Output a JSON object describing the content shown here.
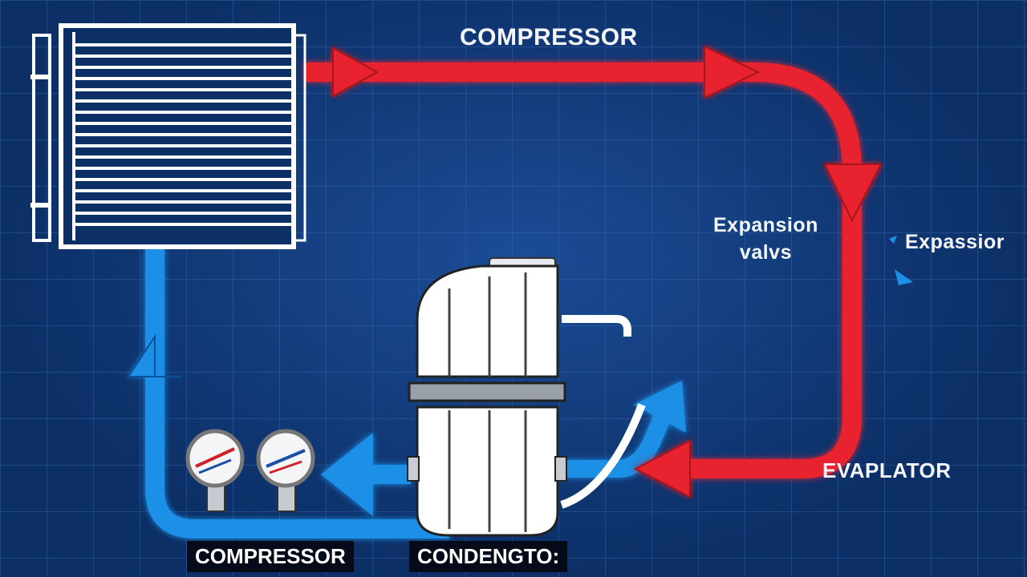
{
  "labels": {
    "top": "COMPRESSOR",
    "expansion_line1": "Expansion",
    "expansion_line2": "valvs",
    "expansion_right": "Expassior",
    "evaporator": "EVAPLATOR",
    "box_compressor": "COMPRESSOR",
    "box_condenser": "CONDENGTO:"
  },
  "colors": {
    "background": "#0c2f66",
    "grid": "#2f5fa8",
    "hot_line": "#e8232f",
    "cold_line": "#1e8fe6",
    "equipment": "#ffffff"
  },
  "icons": [
    "condenser-coil",
    "compressor-tank",
    "pressure-gauge-left",
    "pressure-gauge-right"
  ]
}
